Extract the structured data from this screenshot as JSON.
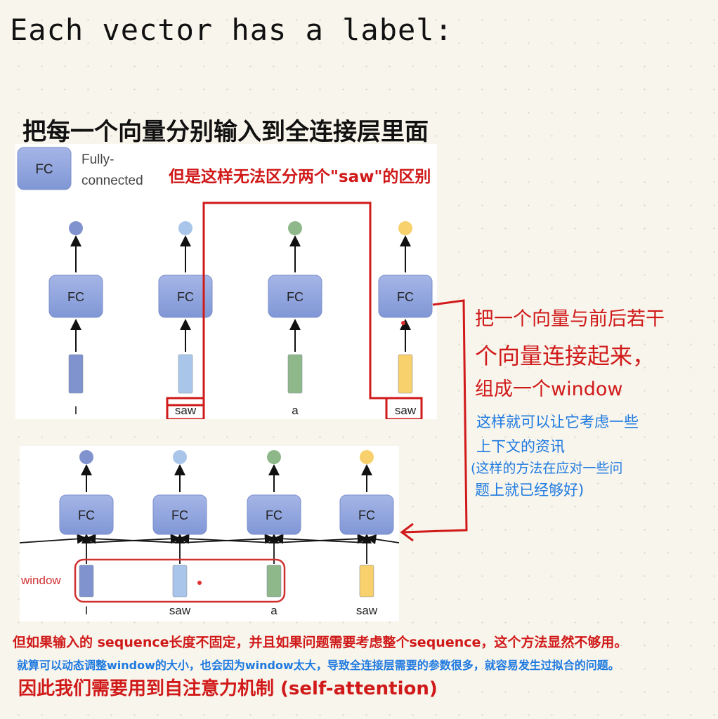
{
  "title": "Each vector has a label:",
  "subtitle": "把每一个向量分别输入到全连接层里面",
  "diagram1": {
    "legend_box": "FC",
    "legend_text_line1": "Fully-",
    "legend_text_line2": "connected",
    "annotation": "但是这样无法区分两个\"saw\"的区别",
    "fc_label": "FC",
    "tokens": [
      "I",
      "saw",
      "a",
      "saw"
    ],
    "colors": {
      "dark_blue": "#8193cf",
      "light_blue": "#a9c6ea",
      "green": "#8fb88a",
      "yellow": "#f8d06c"
    }
  },
  "diagram2": {
    "fc_label": "FC",
    "window_label": "window",
    "tokens": [
      "I",
      "saw",
      "a",
      "saw"
    ]
  },
  "notes": {
    "red_line1": "把一个向量与前后若干",
    "red_line2": "个向量连接起来，",
    "red_line3": "组成一个window",
    "blue_line1": "这样就可以让它考虑一些",
    "blue_line2": "上下文的资讯",
    "blue_line3": "(这样的方法在应对一些问",
    "blue_line4": "题上就已经够好)"
  },
  "footer": {
    "line1": "但如果输入的 sequence长度不固定，并且如果问题需要考虑整个sequence，这个方法显然不够用。",
    "line2": "就算可以动态调整window的大小，也会因为window太大，导致全连接层需要的参数很多，就容易发生过拟合的问题。",
    "line3": "因此我们需要用到自注意力机制 (self-attention)"
  },
  "accent_red": "#d01a1a",
  "accent_blue": "#1f7ae0"
}
